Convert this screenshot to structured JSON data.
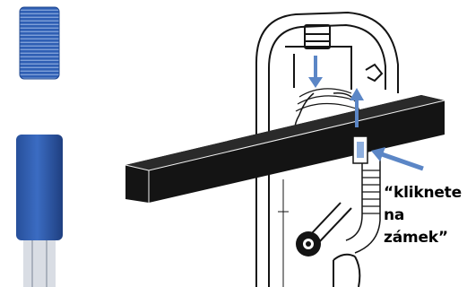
{
  "callout": {
    "line1": "“kliknete",
    "line2": "na",
    "line3": "zámek”"
  },
  "icons": {
    "thin_connector": "ribbed-hose-connector-icon",
    "wide_connector": "hose-sleeve-connector-icon",
    "illustration": "vacuum-hose-clip-assembly"
  },
  "colors": {
    "accent_blue": "#2f5fb4",
    "arrow_blue": "#5b86c6",
    "line_dark": "#141414",
    "background": "#ffffff"
  }
}
